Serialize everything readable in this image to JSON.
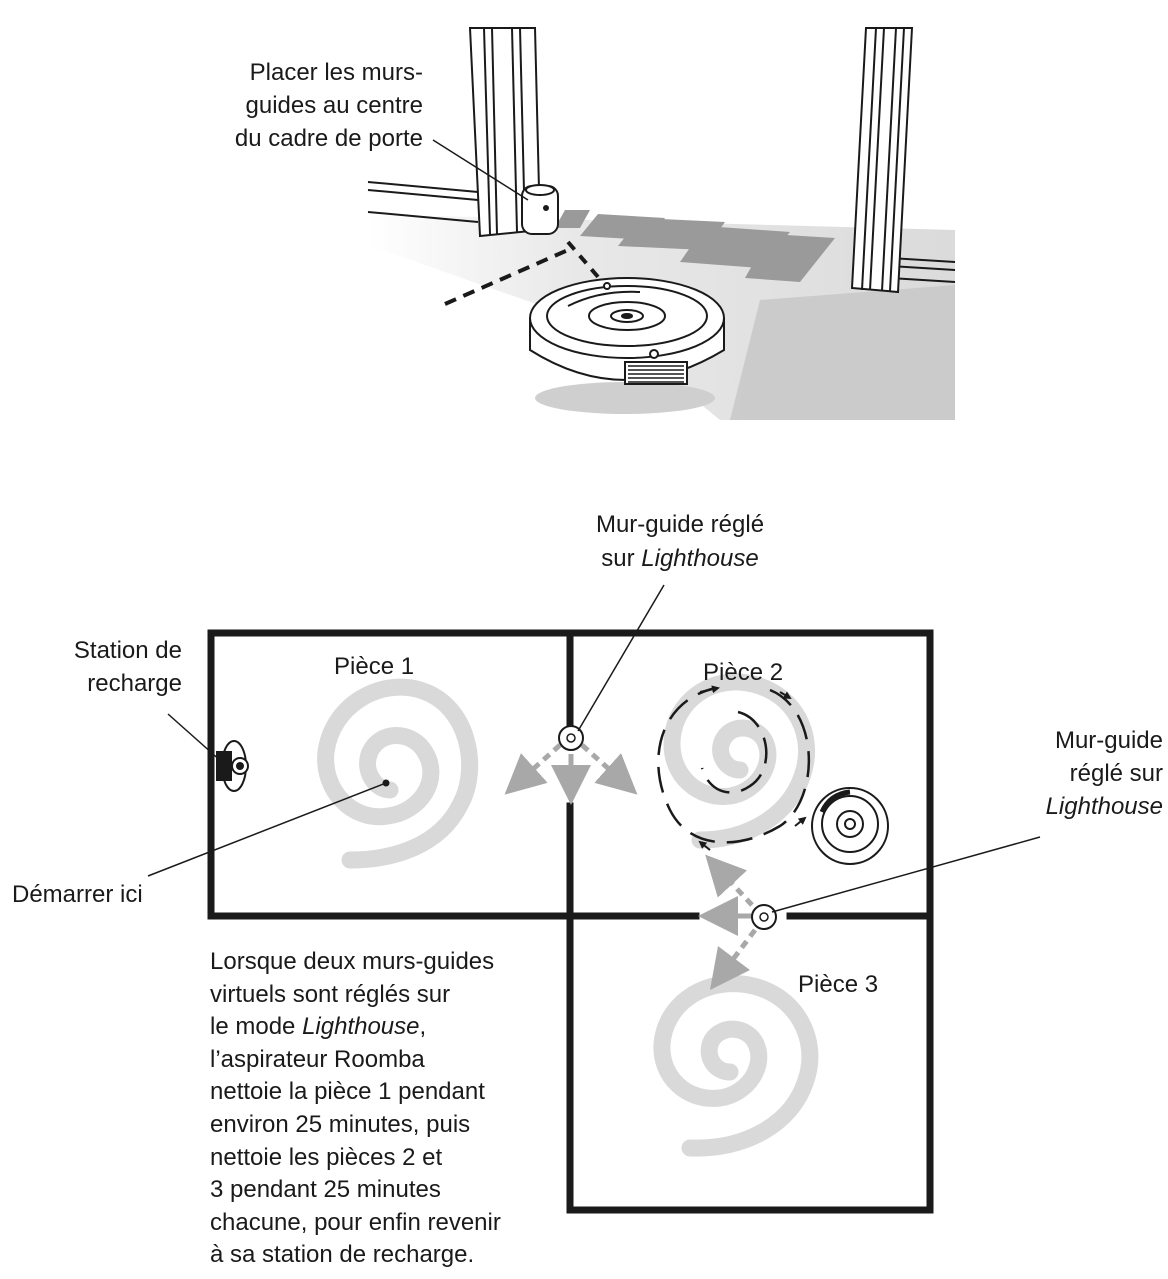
{
  "top_illustration": {
    "callout": [
      "Placer les murs-",
      "guides au centre",
      "du cadre de porte"
    ]
  },
  "floor_plan": {
    "rooms": {
      "room1": "Pièce 1",
      "room2": "Pièce 2",
      "room3": "Pièce 3"
    },
    "labels": {
      "station": [
        "Station de",
        "recharge"
      ],
      "start": "Démarrer ici",
      "guide_top": {
        "line1": "Mur-guide réglé",
        "line2_prefix": "sur ",
        "line2_mode": "Lighthouse"
      },
      "guide_right": {
        "line1": "Mur-guide",
        "line2": "réglé sur",
        "line3_mode": "Lighthouse"
      }
    },
    "description": {
      "line1": "Lorsque deux murs-guides",
      "line2": "virtuels sont réglés sur",
      "line3_prefix": "le mode ",
      "line3_mode": "Lighthouse",
      "line3_suffix": ",",
      "line4": "l’aspirateur Roomba",
      "line5": "nettoie la pièce 1 pendant",
      "line6": "environ 25 minutes, puis",
      "line7": "nettoie les pièces 2 et",
      "line8": "3 pendant 25 minutes",
      "line9": "chacune, pour enfin revenir",
      "line10": "à sa station de recharge."
    }
  },
  "colors": {
    "ink": "#1a1a1a",
    "spiral": "#d9d9d9",
    "arrow": "#a8a8a8",
    "floor_shadow": "#c4c4c4"
  }
}
